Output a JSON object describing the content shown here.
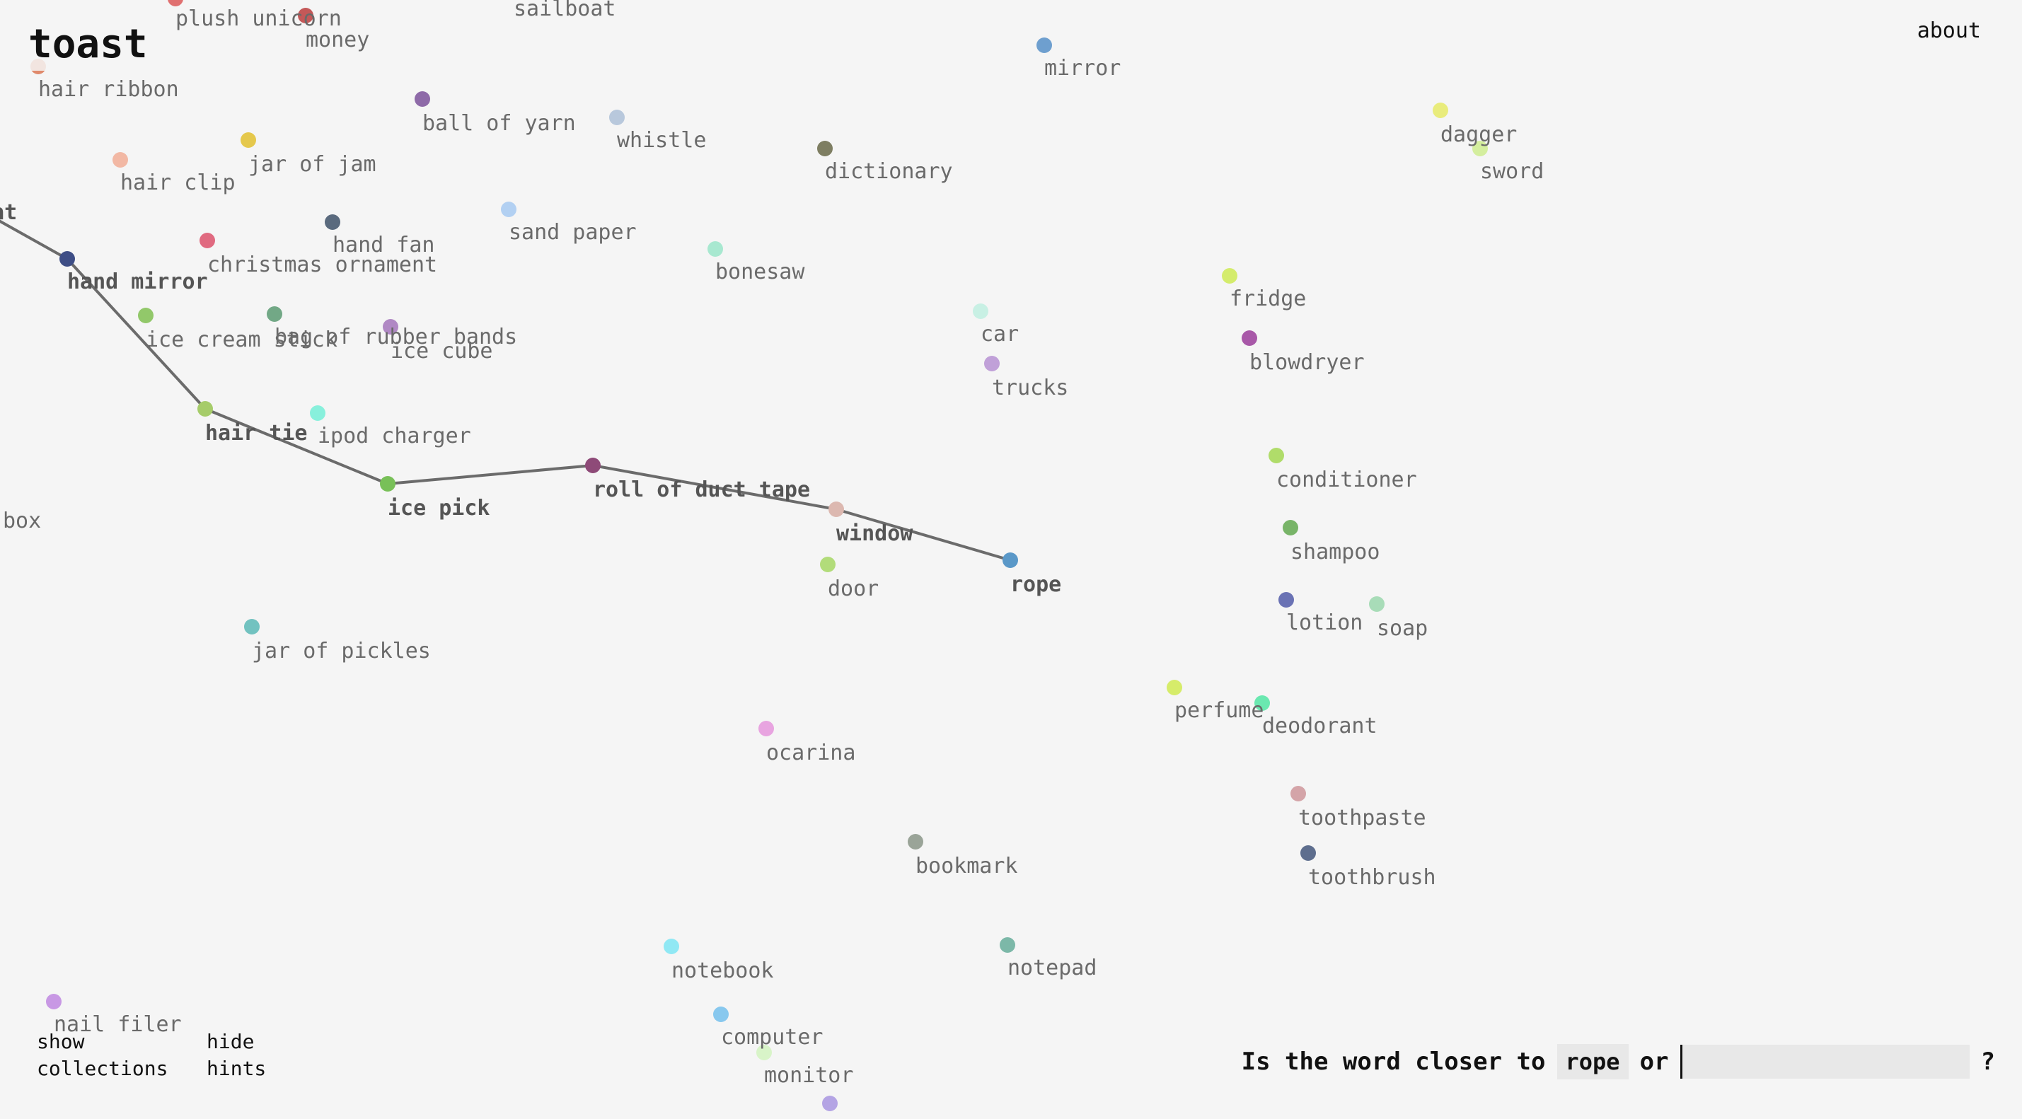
{
  "app": {
    "title": "toast",
    "about_label": "about"
  },
  "controls": {
    "show_collections_label": "show collections",
    "hide_hints_label": "hide hints"
  },
  "query": {
    "prefix": "Is the word closer to",
    "current_word": "rope",
    "joiner": "or",
    "input_value": "",
    "suffix": "?"
  },
  "colors": {
    "background": "#f5f5f5",
    "path_line": "#6b6b6b",
    "label": "#6a6a6a"
  },
  "guess_path": [
    "bat",
    "hand mirror",
    "hair tie",
    "ice pick",
    "roll of duct tape",
    "window",
    "rope"
  ],
  "words": [
    {
      "label": "plush unicorn",
      "color": "#e07070"
    },
    {
      "label": "money",
      "color": "#c45858"
    },
    {
      "label": "sailboat",
      "color": "#9ab"
    },
    {
      "label": "hair ribbon",
      "color": "#e08a6c"
    },
    {
      "label": "mirror",
      "color": "#6e9fcf"
    },
    {
      "label": "ball of yarn",
      "color": "#8e6aa8"
    },
    {
      "label": "whistle",
      "color": "#b8c8dc"
    },
    {
      "label": "jar of jam",
      "color": "#e5c84c"
    },
    {
      "label": "dictionary",
      "color": "#7e7e62"
    },
    {
      "label": "dagger",
      "color": "#e9ec7c"
    },
    {
      "label": "sword",
      "color": "#d4ee9e"
    },
    {
      "label": "hair clip",
      "color": "#f2b8a4"
    },
    {
      "label": "bat",
      "color": "#6a6a6a"
    },
    {
      "label": "hand fan",
      "color": "#5a6a7e"
    },
    {
      "label": "christmas ornament",
      "color": "#e06a80"
    },
    {
      "label": "sand paper",
      "color": "#b2d0f2"
    },
    {
      "label": "hand mirror",
      "color": "#3e4e86"
    },
    {
      "label": "bonesaw",
      "color": "#a8e8d0"
    },
    {
      "label": "fridge",
      "color": "#d4ec6c"
    },
    {
      "label": "ice cream stick",
      "color": "#92c86a"
    },
    {
      "label": "bag of rubber bands",
      "color": "#72a886"
    },
    {
      "label": "ice cube",
      "color": "#b088c4"
    },
    {
      "label": "car",
      "color": "#c8f0e4"
    },
    {
      "label": "blowdryer",
      "color": "#a858a8"
    },
    {
      "label": "trucks",
      "color": "#c0a0d8"
    },
    {
      "label": "hair tie",
      "color": "#a6cc6a"
    },
    {
      "label": "ipod charger",
      "color": "#88f0dc"
    },
    {
      "label": "conditioner",
      "color": "#b0dc6a"
    },
    {
      "label": "ice pick",
      "color": "#78c058"
    },
    {
      "label": "roll of duct tape",
      "color": "#8e4a78"
    },
    {
      "label": "window",
      "color": "#dcb8b0"
    },
    {
      "label": "shampoo",
      "color": "#78b468"
    },
    {
      "label": "box",
      "color": "#999"
    },
    {
      "label": "door",
      "color": "#b2dc7a"
    },
    {
      "label": "rope",
      "color": "#5a98c8"
    },
    {
      "label": "lotion",
      "color": "#6a72b4"
    },
    {
      "label": "soap",
      "color": "#a8dcb8"
    },
    {
      "label": "jar of pickles",
      "color": "#72c2c0"
    },
    {
      "label": "perfume",
      "color": "#d6ec6a"
    },
    {
      "label": "deodorant",
      "color": "#6ae8b0"
    },
    {
      "label": "ocarina",
      "color": "#e8a4e0"
    },
    {
      "label": "toothpaste",
      "color": "#d4a4a8"
    },
    {
      "label": "bookmark",
      "color": "#9aa498"
    },
    {
      "label": "toothbrush",
      "color": "#5e6e8e"
    },
    {
      "label": "notebook",
      "color": "#90e8f4"
    },
    {
      "label": "notepad",
      "color": "#7cb8a8"
    },
    {
      "label": "nail filer",
      "color": "#c898e4"
    },
    {
      "label": "computer",
      "color": "#88c8ee"
    },
    {
      "label": "monitor",
      "color": "#d8f4c8"
    },
    {
      "label": "",
      "color": "#b4a4e4"
    }
  ]
}
